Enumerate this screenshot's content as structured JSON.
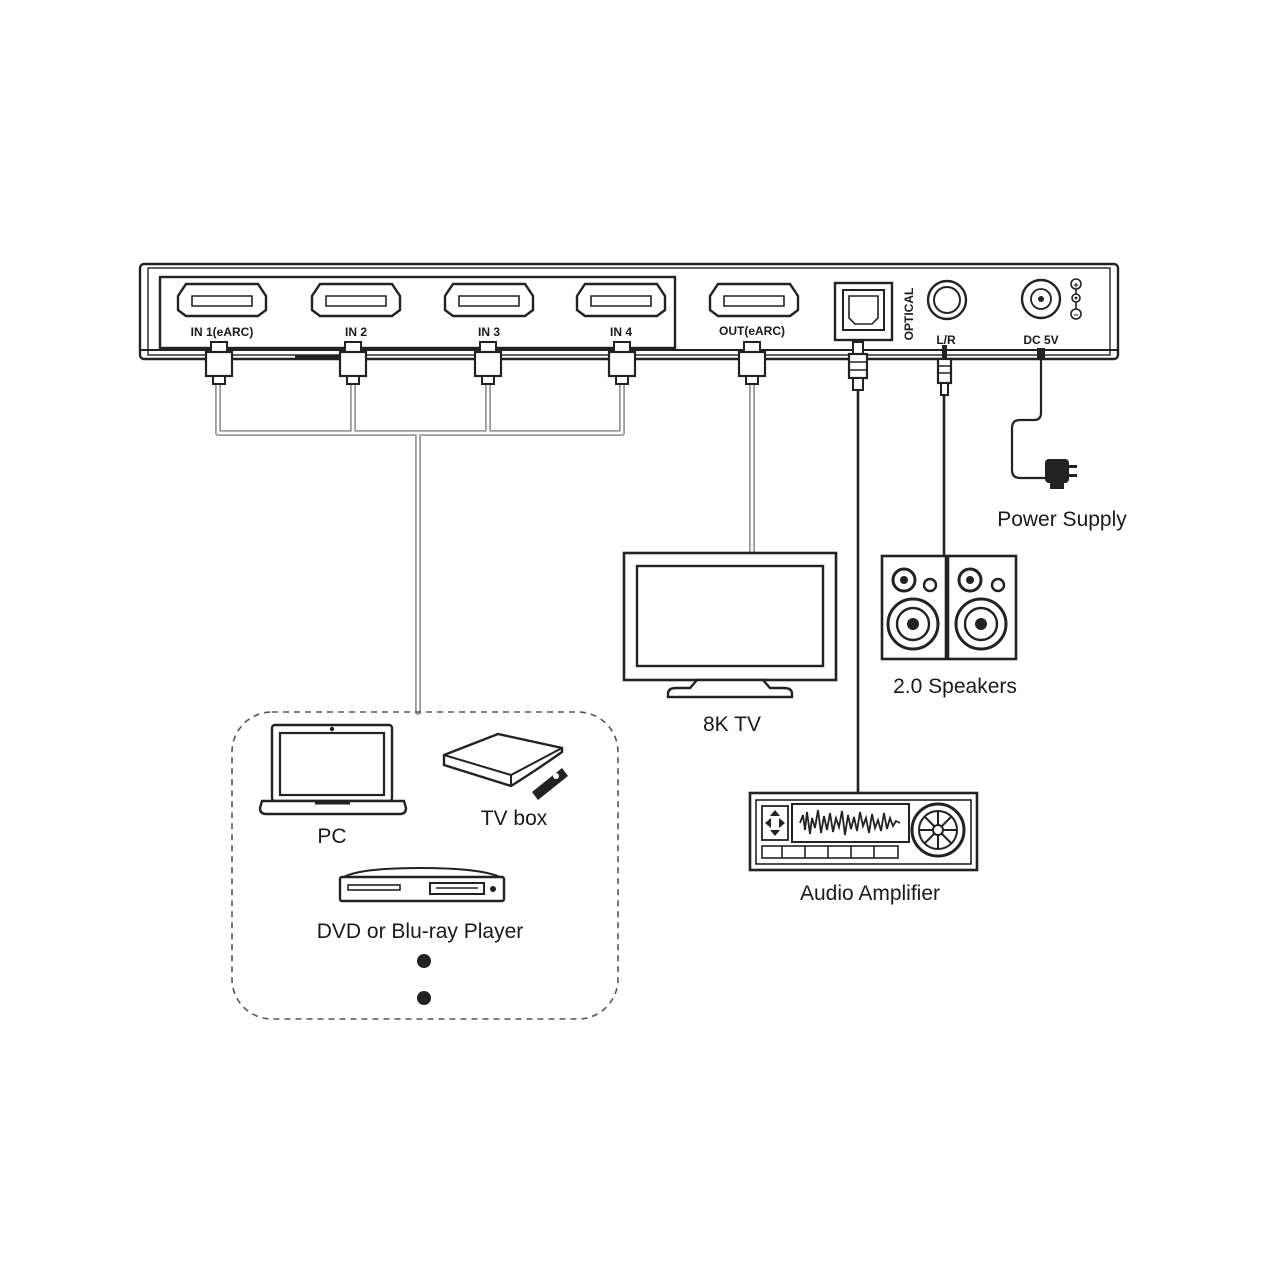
{
  "switch": {
    "ports": {
      "in1": "IN 1(eARC)",
      "in2": "IN 2",
      "in3": "IN 3",
      "in4": "IN 4",
      "out": "OUT(eARC)",
      "optical": "OPTICAL",
      "lr": "L/R",
      "dc": "DC 5V"
    },
    "polarity": {
      "plus": "+",
      "minus": "−"
    }
  },
  "devices": {
    "pc": "PC",
    "tv_box": "TV box",
    "dvd": "DVD or Blu-ray Player",
    "tv": "8K TV",
    "speakers": "2.0 Speakers",
    "amplifier": "Audio Amplifier",
    "power": "Power Supply"
  },
  "colors": {
    "line": "#222222",
    "cable": "#9a9a9a",
    "background": "#ffffff"
  }
}
